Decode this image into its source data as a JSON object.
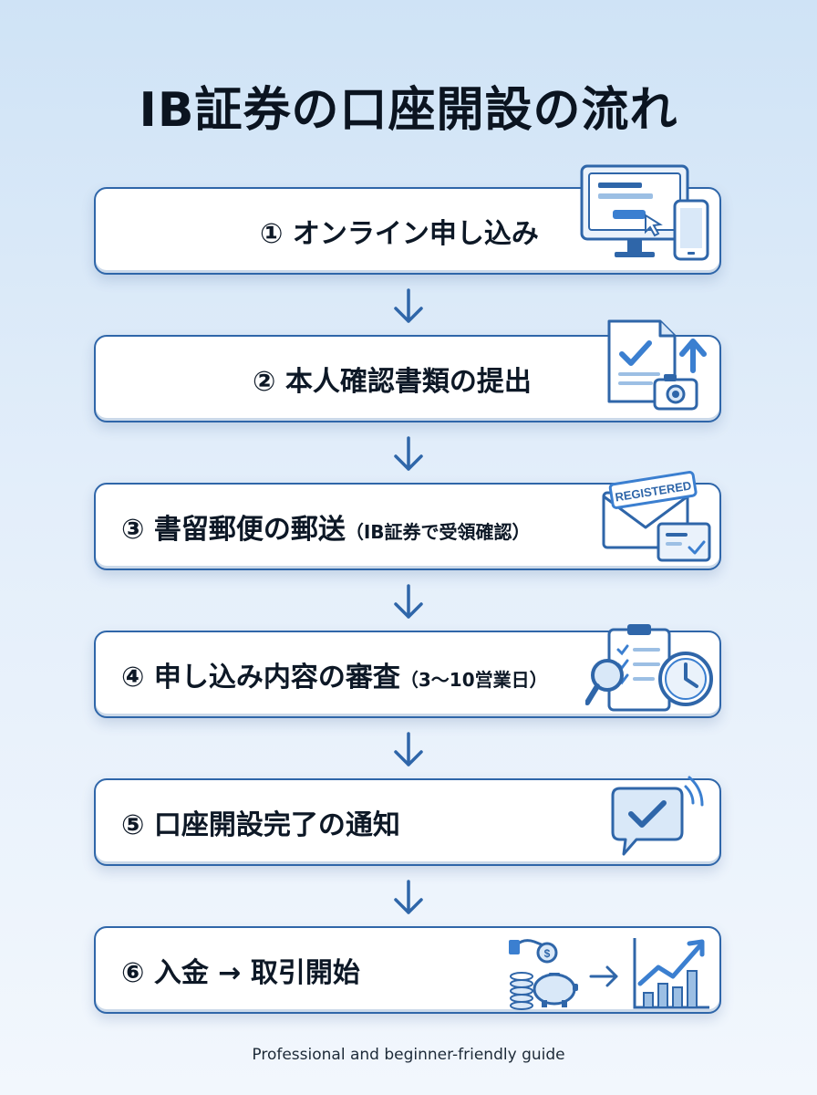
{
  "title": "IB証券の口座開設の流れ",
  "steps": [
    {
      "label": "① オンライン申し込み",
      "note": "",
      "icon": "computer-and-phone-icon"
    },
    {
      "label": "② 本人確認書類の提出",
      "note": "",
      "icon": "document-upload-camera-icon"
    },
    {
      "label": "③ 書留郵便の郵送",
      "note": "（IB証券で受領確認）",
      "icon": "registered-mail-icon",
      "badge": "REGISTERED"
    },
    {
      "label": "④ 申し込み内容の審査",
      "note": "（3〜10営業日）",
      "icon": "clipboard-review-clock-icon"
    },
    {
      "label": "⑤ 口座開設完了の通知",
      "note": "",
      "icon": "notification-check-icon"
    },
    {
      "label": "⑥ 入金 → 取引開始",
      "note": "",
      "icon": "deposit-to-trading-chart-icon"
    }
  ],
  "footer": "Professional and beginner-friendly guide",
  "colors": {
    "accent": "#2f66a9",
    "icon_blue": "#3b7fd0",
    "icon_fill": "#d9e8f8",
    "background_top": "#cfe3f6",
    "background_bottom": "#f2f7fd"
  }
}
